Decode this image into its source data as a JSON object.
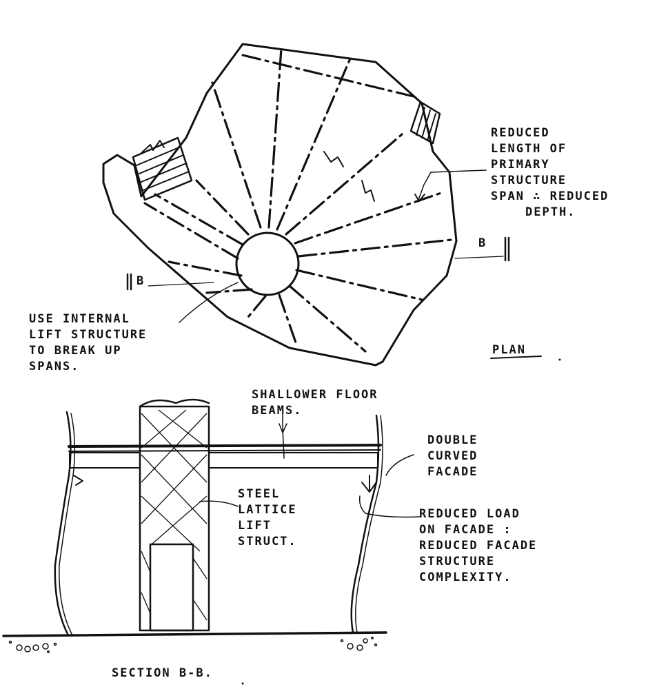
{
  "annotations": {
    "reduced_span": [
      "REDUCED",
      "LENGTH OF",
      "PRIMARY",
      "STRUCTURE",
      "SPAN ∴ REDUCED",
      "DEPTH."
    ],
    "internal_lift": [
      "USE INTERNAL",
      "LIFT STRUCTURE",
      "TO BREAK UP",
      "SPANS."
    ],
    "plan_title": "PLAN",
    "section_marker_left": "B",
    "section_marker_right": "B",
    "shallower_beams": [
      "SHALLOWER FLOOR",
      "BEAMS."
    ],
    "double_curved": [
      "DOUBLE",
      "CURVED",
      "FACADE"
    ],
    "steel_lattice": [
      "STEEL",
      "LATTICE",
      "LIFT",
      "STRUCT."
    ],
    "reduced_load": [
      "REDUCED LOAD",
      "ON FACADE :",
      "REDUCED FACADE",
      "STRUCTURE",
      "COMPLEXITY."
    ],
    "section_title": "SECTION B-B."
  },
  "colors": {
    "ink": "#111111",
    "paper": "#ffffff"
  }
}
